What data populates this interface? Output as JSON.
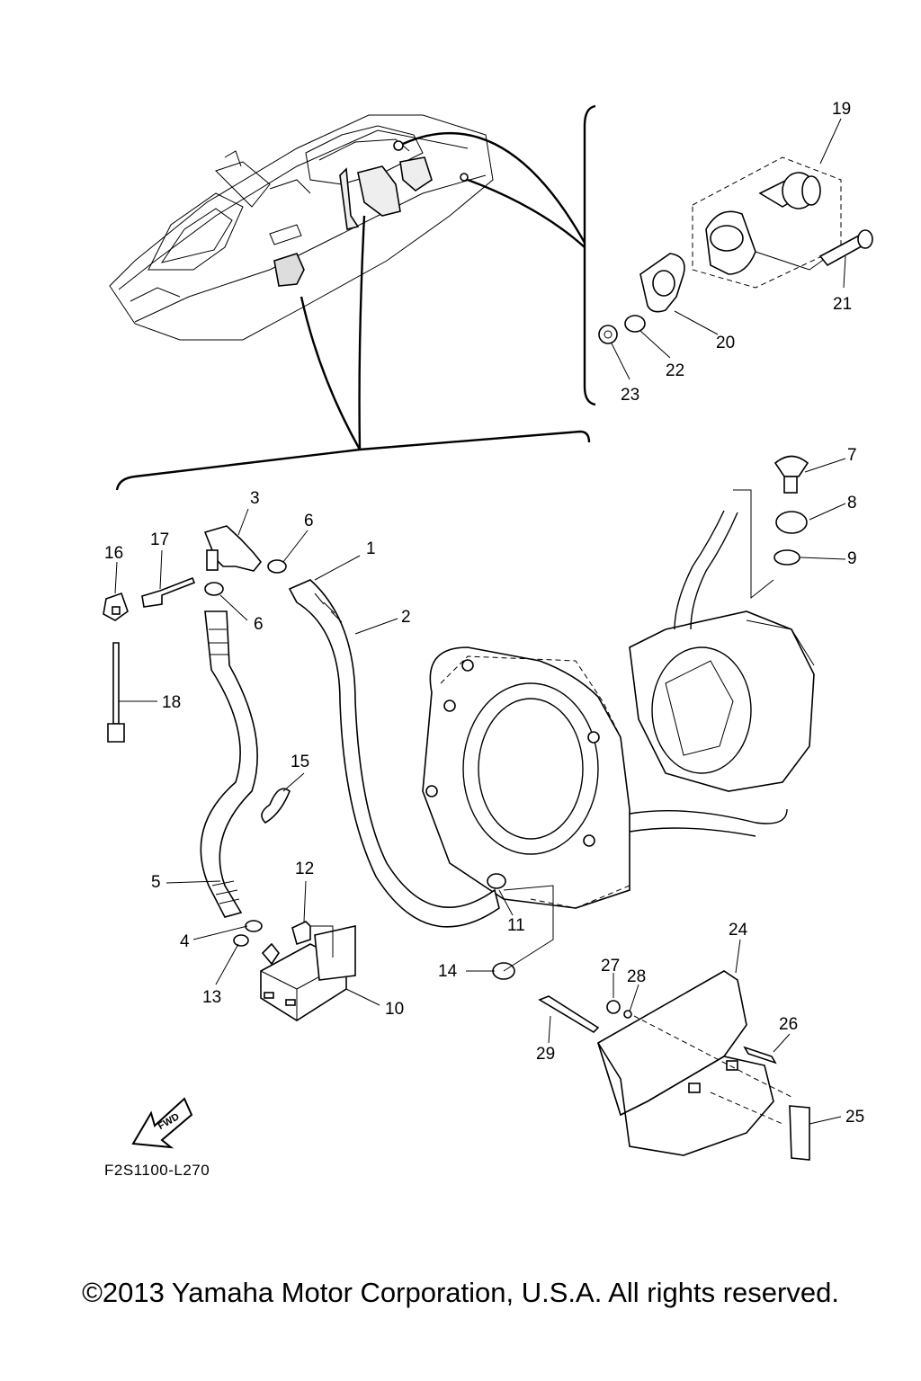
{
  "figure_code": "F2S1100-L270",
  "copyright": "©2013 Yamaha Motor Corporation, U.S.A. All rights reserved.",
  "fwd_label": "FWD",
  "callouts": [
    "1",
    "2",
    "3",
    "4",
    "5",
    "6",
    "6",
    "7",
    "8",
    "9",
    "10",
    "11",
    "12",
    "13",
    "14",
    "15",
    "16",
    "17",
    "18",
    "19",
    "20",
    "21",
    "22",
    "23",
    "24",
    "25",
    "26",
    "27",
    "28",
    "29"
  ]
}
